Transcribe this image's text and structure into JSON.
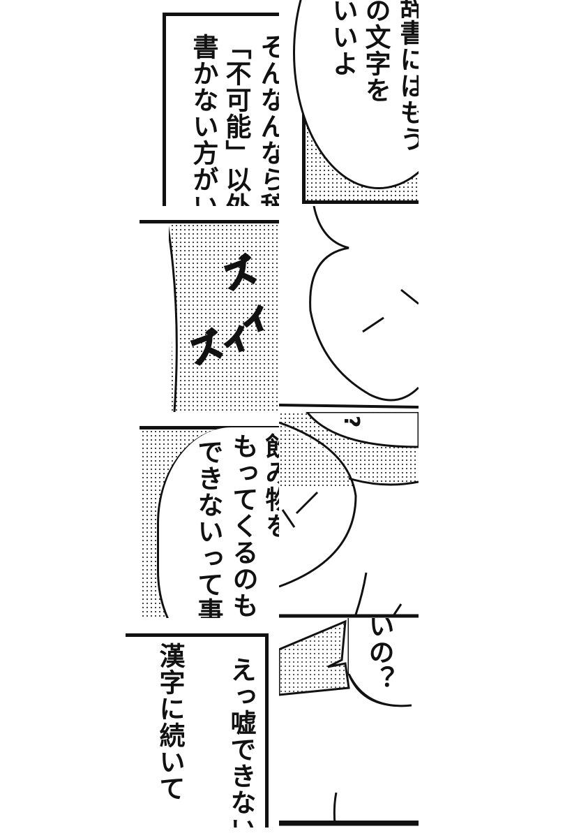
{
  "tiles": [
    {
      "id": "t1l",
      "lines": [
        "そんなんなら辞",
        "「不可能」以外の",
        "書かない方がい"
      ]
    },
    {
      "id": "t1r",
      "lines": [
        "辞書にはもう",
        "の文字を",
        "いいよ"
      ]
    },
    {
      "id": "t2l",
      "sfx": [
        "ズィ",
        "ズィ"
      ]
    },
    {
      "id": "t3l",
      "lines": [
        "飲み物を",
        "もってくるのも",
        "できないって事"
      ]
    },
    {
      "id": "t3r",
      "lines": [
        "?"
      ]
    },
    {
      "id": "t4l",
      "lines": [
        "えっ嘘できない",
        "漢字に続いて"
      ]
    },
    {
      "id": "t4r",
      "lines": [
        "いの？"
      ]
    }
  ]
}
